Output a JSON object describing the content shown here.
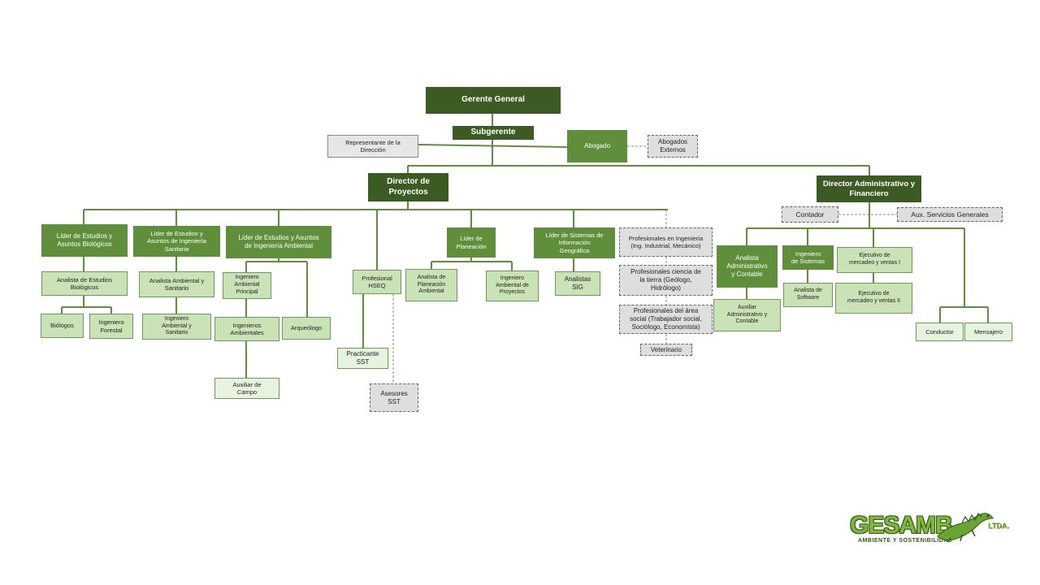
{
  "nodes": {
    "gerente_general": "Gerente General",
    "subgerente": "Subgerente",
    "representante": "Representante de la\nDirección",
    "abogado": "Abogado",
    "abogados_externos": "Abogados\nExternos",
    "director_proyectos": "Director de\nProyectos",
    "director_admin": "Director Administrativo y\nFinanciero",
    "lider_biologicos": "Líder de Estudios y\nAsuntos Biológicos",
    "lider_sanitaria": "Líder  de Estudios y\nAsuntos de Ingeniería\nSanitaria",
    "lider_ambiental": "Líder de Estudios y Asuntos\nde Ingeniería Ambiental",
    "lider_planeacion": "Líder  de\nPlaneación",
    "lider_sig": "Líder de Sistemas de\nInformación\nGeográfica",
    "analista_biologicos": "Analista de Estudios\nBiológicos",
    "biologos": "Biólogos",
    "ing_forestal": "Ingeniero\nForestal",
    "analista_sanitario": "Analista Ambiental  y\nSanitario",
    "ing_sanitario": "Ingeniero\nAmbiental  y\nSanitario",
    "ing_amb_principal": "Ingeniero\nAmbiental\nPrincipal",
    "ing_ambientales": "Ingenieros\nAmbientales",
    "arqueologo": "Arqueólogo",
    "aux_campo": "Auxiliar de\nCampo",
    "prof_hseq": "Profesional\nHSEQ",
    "practicante_sst": "Practicante\nSST",
    "asesores_sst": "Asesores\nSST",
    "analista_planeacion": "Analista de\nPlaneación\nAmbiental",
    "ing_amb_proyectos": "Ingeniero\nAmbiental de\nProyectos",
    "analistas_sig": "Analistas\nSIG",
    "prof_ingenieria": "Profesionales  en Ingeniería\n(Ing. Industrial, Mecánico)",
    "prof_tierra": "Profesionales ciencia de\nla tierra (Geólogo,\nHidrólogo)",
    "prof_social": "Profesionales del área\nsocial (Trabajador social,\nSociólogo, Economista)",
    "veterinario": "Veterinario",
    "contador": "Contador",
    "aux_servicios": "Aux. Servicios Generales",
    "analista_admin": "Analista\nAdministrativo\ny Contable",
    "aux_admin": "Auxiliar\nAdministrativo y\nContable",
    "ing_sistemas": "Ingeniero\nde Sistemas",
    "analista_software": "Analista de\nSoftware",
    "ejecutivo_1": "Ejecutivo de\nmercadeo  y ventas I",
    "ejecutivo_2": "Ejecutivo de\nmercadeo  y ventas II",
    "conductor": "Conductor",
    "mensajero": "Mensajero"
  },
  "logo": {
    "name": "GESAMB",
    "suffix": "LTDA.",
    "tagline": "AMBIENTE Y SOSTENIBILIDAD"
  },
  "colors": {
    "dark_green": "#3b5b22",
    "mid_green": "#5f8f3a",
    "light_green": "#c9e3b7",
    "line_green": "#5f8f3a",
    "grey": "#dedede"
  }
}
